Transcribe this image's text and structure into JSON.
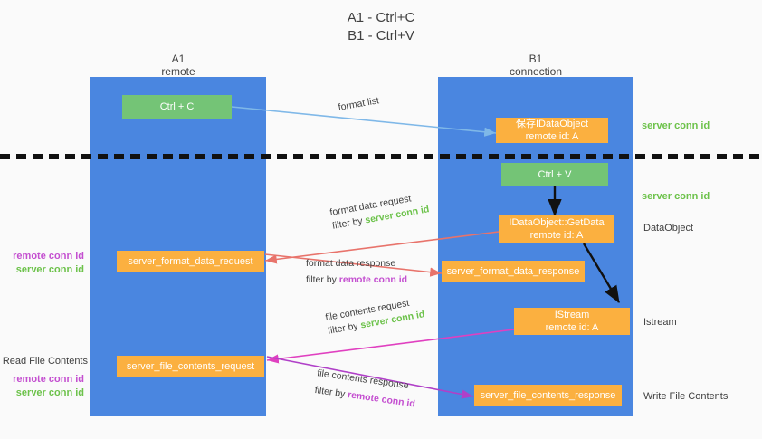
{
  "title": {
    "line1": "A1 - Ctrl+C",
    "line2": "B1 - Ctrl+V"
  },
  "columns": [
    {
      "name": "A1",
      "sub": "remote"
    },
    {
      "name": "B1",
      "sub": "connection"
    }
  ],
  "nodes": {
    "ctrl_c": {
      "label": "Ctrl + C"
    },
    "save_idataobject": {
      "l1": "保存IDataObject",
      "l2": "remote id: A"
    },
    "ctrl_v": {
      "label": "Ctrl + V"
    },
    "getdata": {
      "l1": "IDataObject::GetData",
      "l2": "remote id: A"
    },
    "istream": {
      "l1": "IStream",
      "l2": "remote id: A"
    },
    "server_format_data_request": {
      "label": "server_format_data_request"
    },
    "server_format_data_response": {
      "label": "server_format_data_response"
    },
    "server_file_contents_request": {
      "label": "server_file_contents_request"
    },
    "server_file_contents_response": {
      "label": "server_file_contents_response"
    }
  },
  "edge_labels": {
    "format_list": "format list",
    "format_data_request": "format data request",
    "format_data_request_filter_prefix": "filter by ",
    "format_data_request_filter_key": "server conn id",
    "format_data_response": "format data response",
    "format_data_response_filter_prefix": "filter by ",
    "format_data_response_filter_key": "remote conn id",
    "file_contents_request": "file contents request",
    "file_contents_request_filter_prefix": "filter by ",
    "file_contents_request_filter_key": "server conn id",
    "file_contents_response": "file contents response",
    "file_contents_response_filter_prefix": "filter by ",
    "file_contents_response_filter_key": "remote conn id"
  },
  "right_labels": {
    "server_conn_id_1": "server conn id",
    "server_conn_id_2": "server conn id",
    "dataobject": "DataObject",
    "istream": "Istream",
    "write_file_contents": "Write File Contents"
  },
  "left_labels": {
    "remote_conn_id_1": "remote conn id",
    "server_conn_id_1": "server conn id",
    "read_file_contents": "Read File Contents",
    "remote_conn_id_2": "remote conn id",
    "server_conn_id_2": "server conn id"
  },
  "colors": {
    "lane": "#4a86e0",
    "green_node": "#74c476",
    "orange_node": "#fbb040",
    "green_text": "#6cc24a",
    "purple_text": "#c44fd0",
    "arrow_blue": "#7fb8e8",
    "arrow_red": "#e8736b",
    "arrow_magenta": "#e040c0",
    "arrow_purple": "#b040c8",
    "arrow_black": "#111111",
    "divider": "#111111"
  }
}
